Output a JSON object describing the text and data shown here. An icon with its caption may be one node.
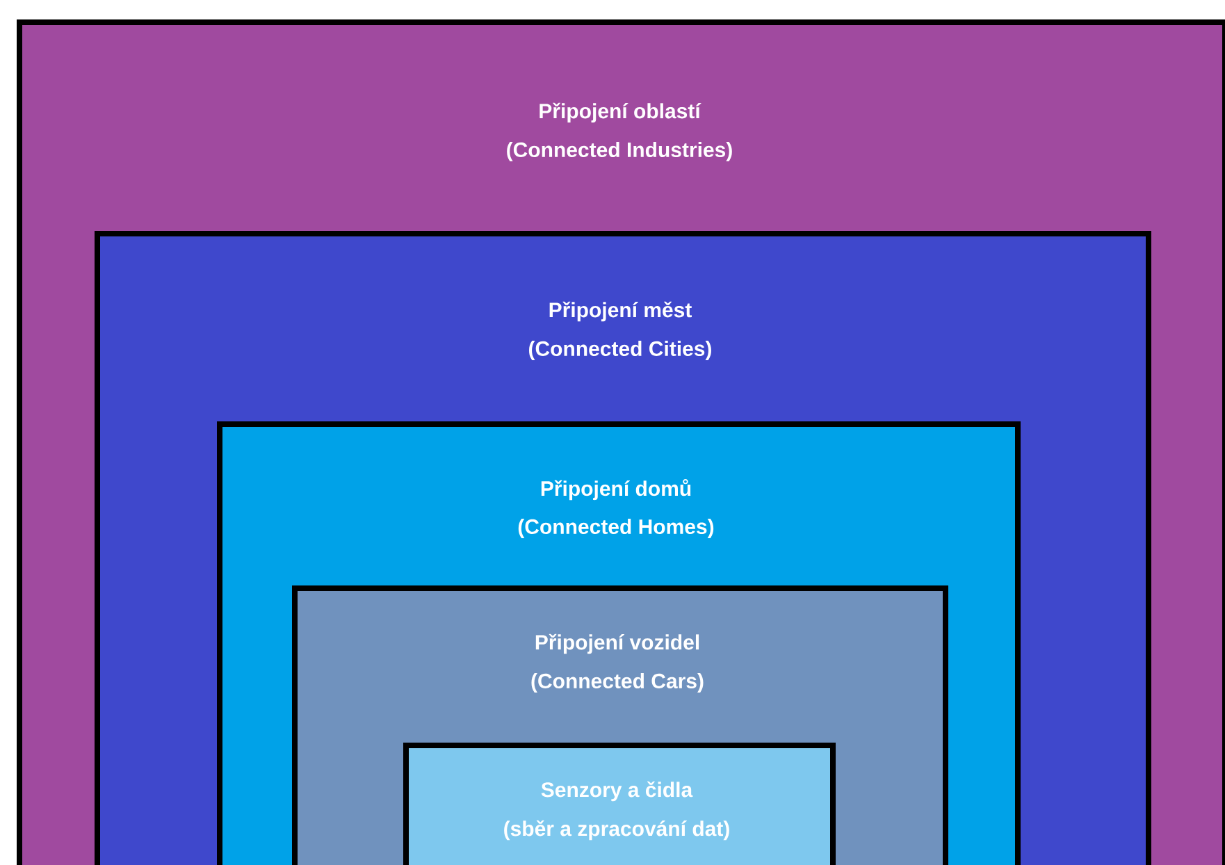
{
  "diagram": {
    "nodes": [
      {
        "text": [
          "Připojení oblastí",
          "(Connected Industries)"
        ]
      },
      {
        "text": [
          "Připojení měst",
          "(Connected Cities)"
        ],
        "in": 0
      },
      {
        "text": [
          "Připojení domů",
          "(Connected Homes)"
        ],
        "in": 1
      },
      {
        "text": [
          "Připojení vozidel",
          "(Connected Cars)"
        ],
        "in": 2
      },
      {
        "text": [
          "Senzory a čidla",
          "(sběr a zpracování dat)"
        ],
        "in": 3
      }
    ]
  }
}
